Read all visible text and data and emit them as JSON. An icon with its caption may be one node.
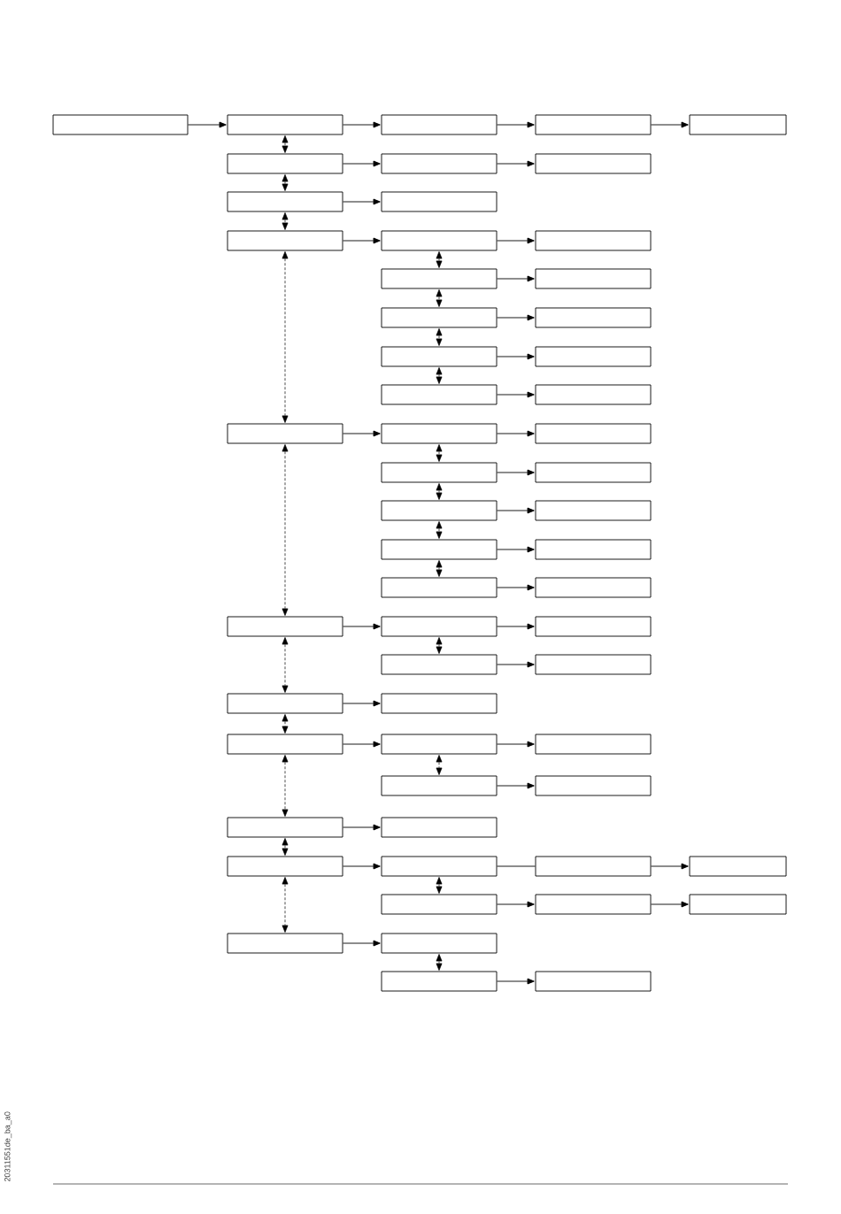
{
  "diagram": {
    "nodes": [
      {
        "text": [],
        "shape": "box"
      },
      {
        "text": [],
        "shape": "box"
      },
      {
        "text": [],
        "shape": "box"
      },
      {
        "text": [],
        "shape": "box"
      },
      {
        "text": [],
        "shape": "box"
      },
      {
        "text": [],
        "shape": "box"
      },
      {
        "text": [],
        "shape": "box"
      },
      {
        "text": [],
        "shape": "box"
      },
      {
        "text": [],
        "shape": "box"
      },
      {
        "text": [],
        "shape": "box"
      },
      {
        "text": [],
        "shape": "box"
      },
      {
        "text": [],
        "shape": "box"
      },
      {
        "text": [],
        "shape": "box"
      },
      {
        "text": [],
        "shape": "box"
      },
      {
        "text": [],
        "shape": "box"
      },
      {
        "text": [],
        "shape": "box"
      },
      {
        "text": [],
        "shape": "box"
      },
      {
        "text": [],
        "shape": "box"
      },
      {
        "text": [],
        "shape": "box"
      },
      {
        "text": [],
        "shape": "box"
      },
      {
        "text": [],
        "shape": "box"
      },
      {
        "text": [],
        "shape": "box"
      },
      {
        "text": [],
        "shape": "box"
      },
      {
        "text": [],
        "shape": "box"
      },
      {
        "text": [],
        "shape": "box"
      },
      {
        "text": [],
        "shape": "box"
      },
      {
        "text": [],
        "shape": "box"
      },
      {
        "text": [],
        "shape": "box"
      },
      {
        "text": [],
        "shape": "box"
      },
      {
        "text": [],
        "shape": "box"
      },
      {
        "text": [],
        "shape": "box"
      },
      {
        "text": [],
        "shape": "box"
      },
      {
        "text": [],
        "shape": "box"
      },
      {
        "text": [],
        "shape": "box"
      },
      {
        "text": [],
        "shape": "box"
      },
      {
        "text": [],
        "shape": "box"
      },
      {
        "text": [],
        "shape": "box"
      },
      {
        "text": [],
        "shape": "box"
      },
      {
        "text": [],
        "shape": "box"
      },
      {
        "text": [],
        "shape": "box"
      },
      {
        "text": [],
        "shape": "box"
      },
      {
        "text": [],
        "shape": "box"
      },
      {
        "text": [],
        "shape": "box"
      },
      {
        "text": [],
        "shape": "box"
      },
      {
        "text": [],
        "shape": "box"
      },
      {
        "text": [],
        "shape": "box"
      },
      {
        "text": [],
        "shape": "box"
      },
      {
        "text": [],
        "shape": "box"
      },
      {
        "text": [],
        "shape": "box"
      },
      {
        "text": [],
        "shape": "box"
      },
      {
        "text": [],
        "shape": "box"
      },
      {
        "text": [],
        "shape": "box"
      },
      {
        "text": [],
        "shape": "box"
      },
      {
        "text": [],
        "shape": "box"
      },
      {
        "text": [],
        "shape": "box"
      },
      {
        "text": [],
        "shape": "box"
      },
      {
        "text": [],
        "shape": "box"
      }
    ],
    "edges": [
      {
        "from": 0,
        "to": 1,
        "arrow": "to"
      },
      {
        "from": 1,
        "to": 2,
        "arrow": "to"
      },
      {
        "from": 2,
        "to": 3,
        "arrow": "to"
      },
      {
        "from": 3,
        "to": 4,
        "arrow": "to"
      },
      {
        "from": 5,
        "to": 6,
        "arrow": "to"
      },
      {
        "from": 6,
        "to": 7,
        "arrow": "to"
      },
      {
        "from": 8,
        "to": 9,
        "arrow": "to"
      },
      {
        "from": 10,
        "to": 11,
        "arrow": "to"
      },
      {
        "from": 11,
        "to": 12,
        "arrow": "to"
      },
      {
        "from": 13,
        "to": 14,
        "arrow": "to"
      },
      {
        "from": 15,
        "to": 16,
        "arrow": "to"
      },
      {
        "from": 17,
        "to": 18,
        "arrow": "to"
      },
      {
        "from": 19,
        "to": 20,
        "arrow": "to"
      },
      {
        "from": 21,
        "to": 22,
        "arrow": "to"
      },
      {
        "from": 22,
        "to": 23,
        "arrow": "to"
      },
      {
        "from": 24,
        "to": 25,
        "arrow": "to"
      },
      {
        "from": 26,
        "to": 27,
        "arrow": "to"
      },
      {
        "from": 28,
        "to": 29,
        "arrow": "to"
      },
      {
        "from": 30,
        "to": 31,
        "arrow": "to"
      },
      {
        "from": 32,
        "to": 33,
        "arrow": "to"
      },
      {
        "from": 33,
        "to": 34,
        "arrow": "to"
      },
      {
        "from": 35,
        "to": 36,
        "arrow": "to"
      },
      {
        "from": 37,
        "to": 38,
        "arrow": "to"
      },
      {
        "from": 39,
        "to": 40,
        "arrow": "to"
      },
      {
        "from": 40,
        "to": 41,
        "arrow": "to"
      },
      {
        "from": 42,
        "to": 43,
        "arrow": "to"
      },
      {
        "from": 44,
        "to": 45,
        "arrow": "to"
      },
      {
        "from": 46,
        "to": 47,
        "arrow": "to"
      },
      {
        "from": 47,
        "to": 48,
        "arrow": "none"
      },
      {
        "from": 48,
        "to": 49,
        "arrow": "to"
      },
      {
        "from": 50,
        "to": 51,
        "arrow": "to"
      },
      {
        "from": 51,
        "to": 52,
        "arrow": "to"
      },
      {
        "from": 53,
        "to": 54,
        "arrow": "to"
      },
      {
        "from": 55,
        "to": 56,
        "arrow": "to"
      },
      {
        "from": 1,
        "to": 5,
        "arrow": "both",
        "style": "dashed"
      },
      {
        "from": 5,
        "to": 8,
        "arrow": "both",
        "style": "dashed"
      },
      {
        "from": 8,
        "to": 10,
        "arrow": "both",
        "style": "dashed"
      },
      {
        "from": 10,
        "to": 21,
        "arrow": "both",
        "style": "dashed"
      },
      {
        "from": 21,
        "to": 32,
        "arrow": "both",
        "style": "dashed"
      },
      {
        "from": 32,
        "to": 37,
        "arrow": "both",
        "style": "dashed"
      },
      {
        "from": 37,
        "to": 39,
        "arrow": "both",
        "style": "dashed"
      },
      {
        "from": 39,
        "to": 44,
        "arrow": "both",
        "style": "dashed"
      },
      {
        "from": 44,
        "to": 46,
        "arrow": "both",
        "style": "dashed"
      },
      {
        "from": 46,
        "to": 53,
        "arrow": "both",
        "style": "dashed"
      },
      {
        "from": 11,
        "to": 13,
        "arrow": "both",
        "style": "dashed"
      },
      {
        "from": 13,
        "to": 15,
        "arrow": "both",
        "style": "dashed"
      },
      {
        "from": 15,
        "to": 17,
        "arrow": "both",
        "style": "dashed"
      },
      {
        "from": 17,
        "to": 19,
        "arrow": "both",
        "style": "dashed"
      },
      {
        "from": 22,
        "to": 24,
        "arrow": "both",
        "style": "dashed"
      },
      {
        "from": 24,
        "to": 26,
        "arrow": "both",
        "style": "dashed"
      },
      {
        "from": 26,
        "to": 28,
        "arrow": "both",
        "style": "dashed"
      },
      {
        "from": 28,
        "to": 30,
        "arrow": "both",
        "style": "dashed"
      },
      {
        "from": 33,
        "to": 35,
        "arrow": "both",
        "style": "dashed"
      },
      {
        "from": 40,
        "to": 42,
        "arrow": "both",
        "style": "dashed"
      },
      {
        "from": 47,
        "to": 50,
        "arrow": "both",
        "style": "dashed"
      },
      {
        "from": 54,
        "to": 55,
        "arrow": "both",
        "style": "dashed"
      }
    ],
    "labels": [
      "20311551de_ba_a0"
    ]
  }
}
